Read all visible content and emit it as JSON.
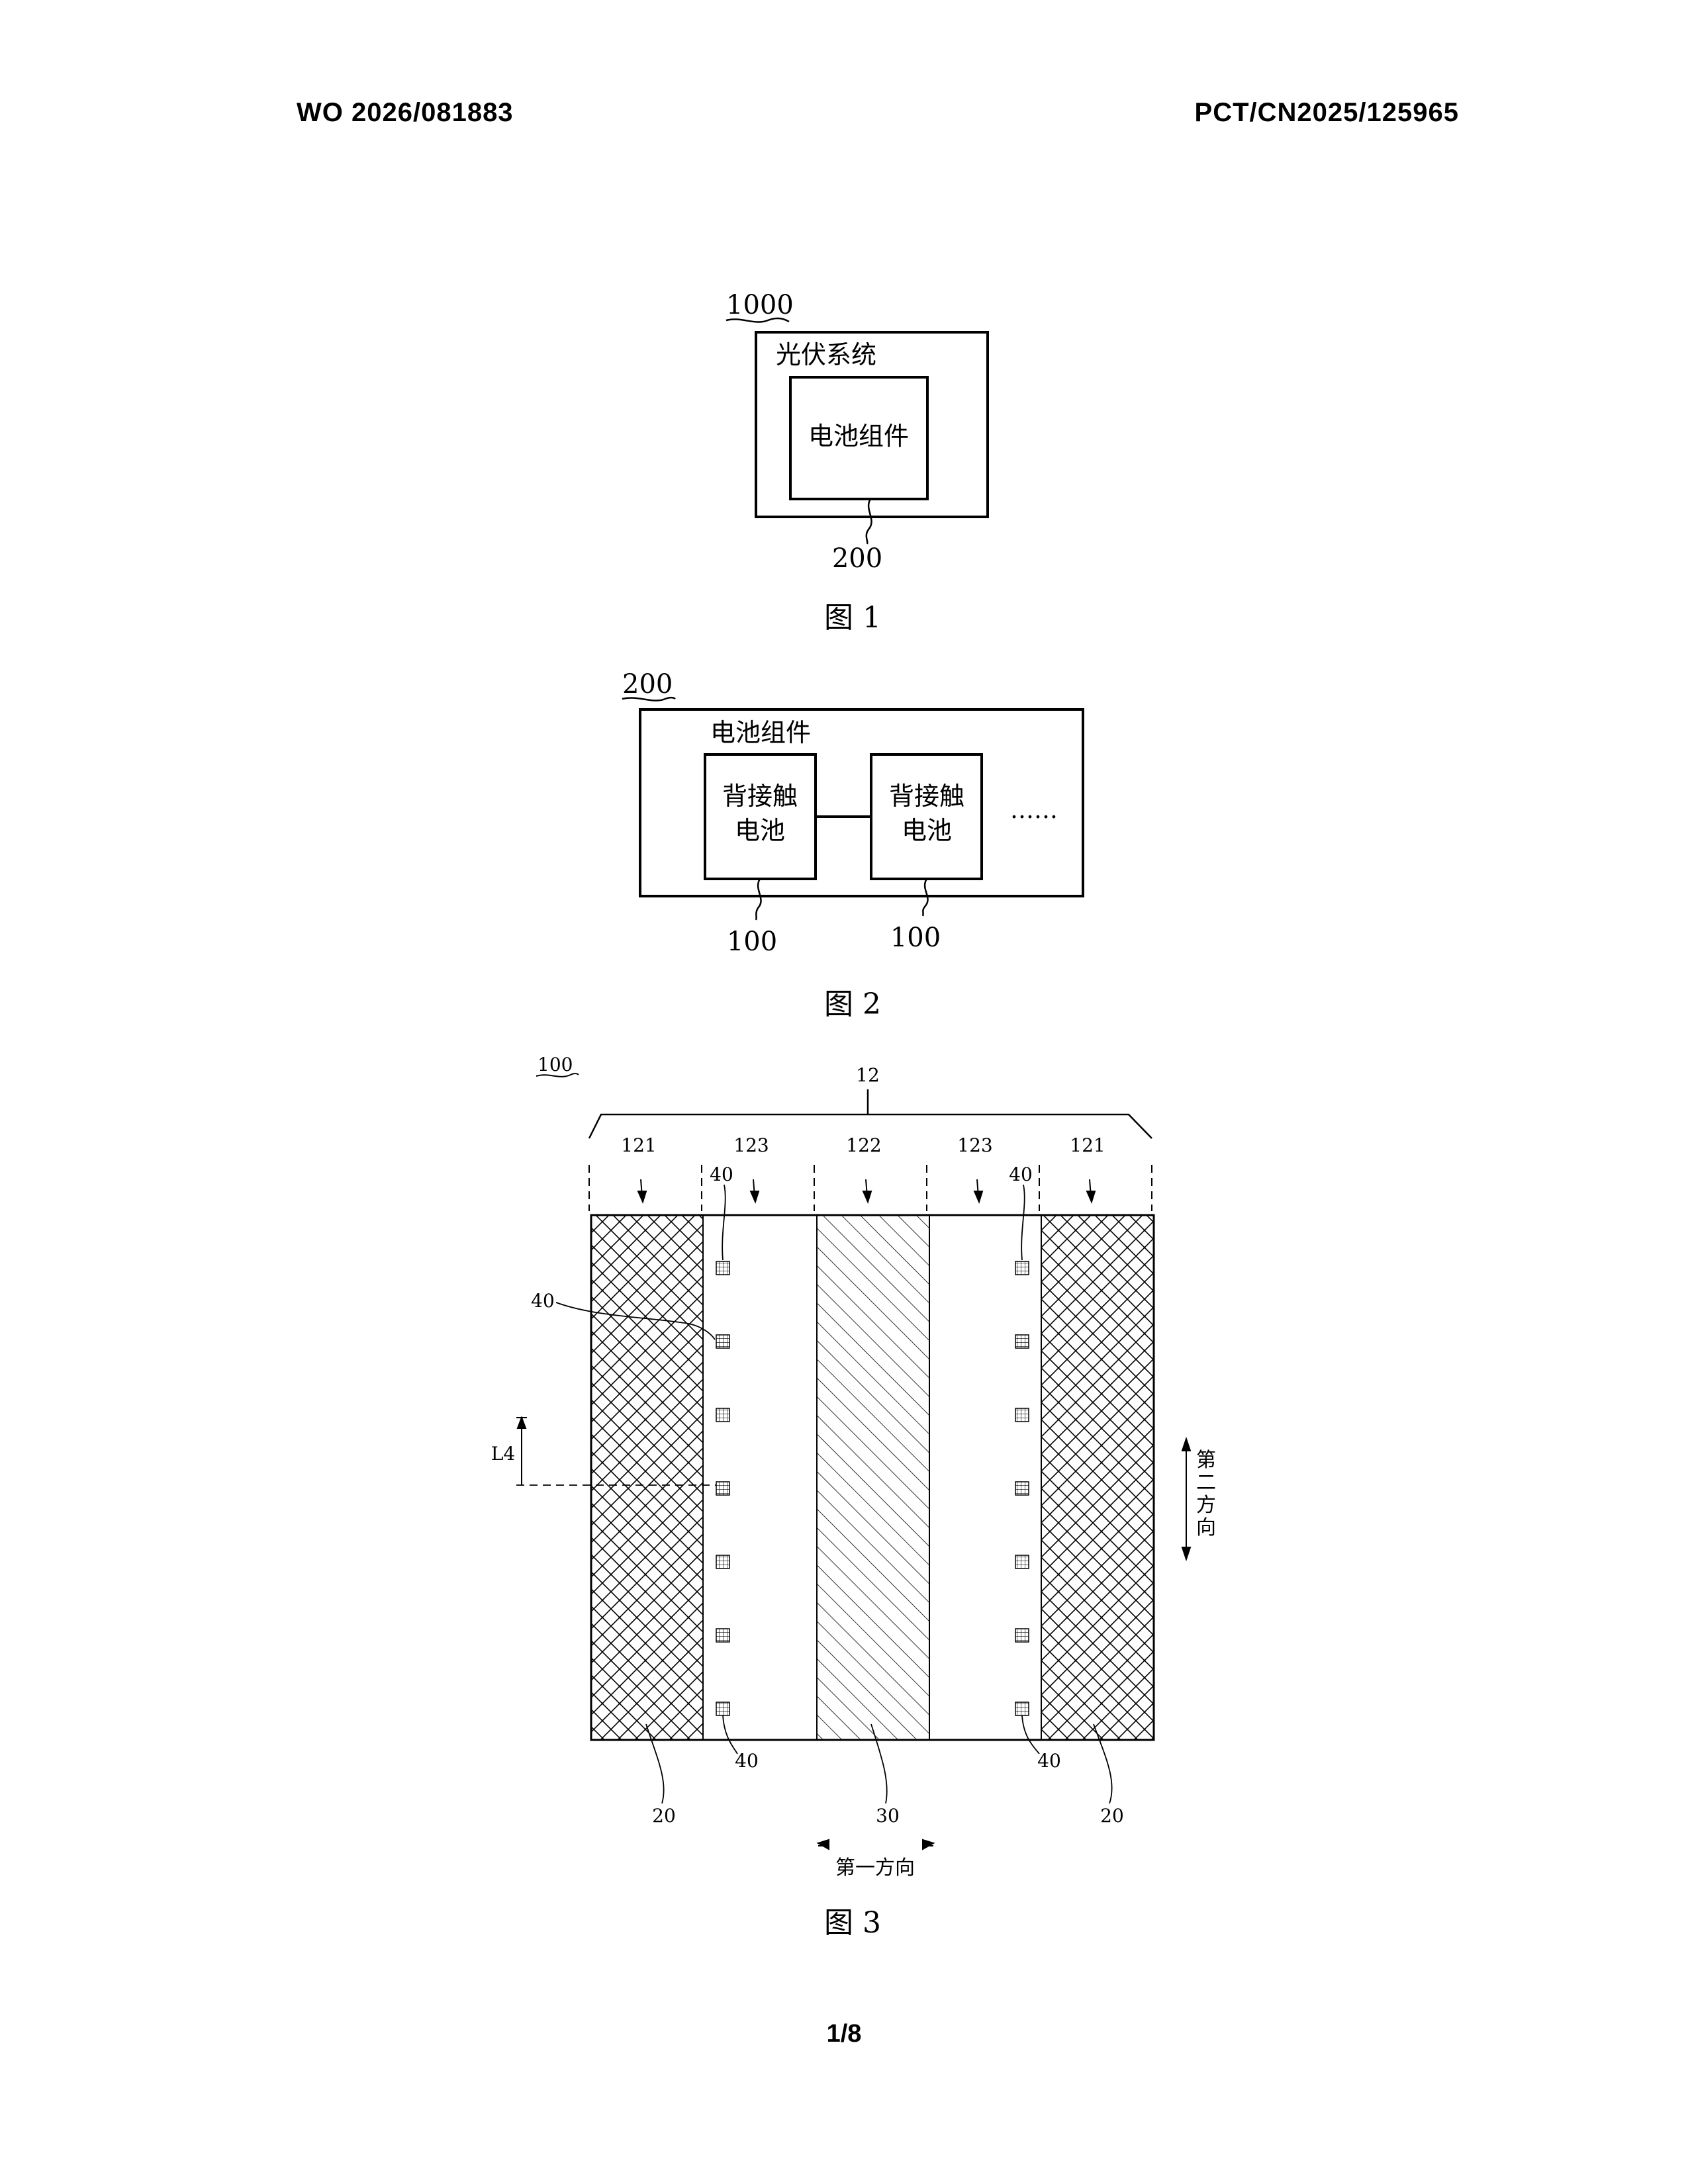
{
  "header": {
    "publication_number": "WO 2026/081883",
    "application_number": "PCT/CN2025/125965"
  },
  "figure1": {
    "ref_system": "1000",
    "system_label": "光伏系统",
    "module_label": "电池组件",
    "ref_module": "200",
    "caption": "图 1"
  },
  "figure2": {
    "ref_module": "200",
    "module_label": "电池组件",
    "cells": [
      {
        "line1": "背接触",
        "line2": "电池",
        "ref": "100"
      },
      {
        "line1": "背接触",
        "line2": "电池",
        "ref": "100"
      }
    ],
    "ellipsis": "……",
    "caption": "图 2"
  },
  "figure3": {
    "ref_cell": "100",
    "ref_top": "12",
    "zone_labels": [
      "121",
      "123",
      "122",
      "123",
      "121"
    ],
    "ref_contact": "40",
    "ref_edge_region": "20",
    "ref_center_region": "30",
    "dimension_label": "L4",
    "second_direction": [
      "第",
      "二",
      "方",
      "向"
    ],
    "first_direction": "第一方向",
    "caption": "图 3"
  },
  "footer": {
    "page": "1/8"
  }
}
